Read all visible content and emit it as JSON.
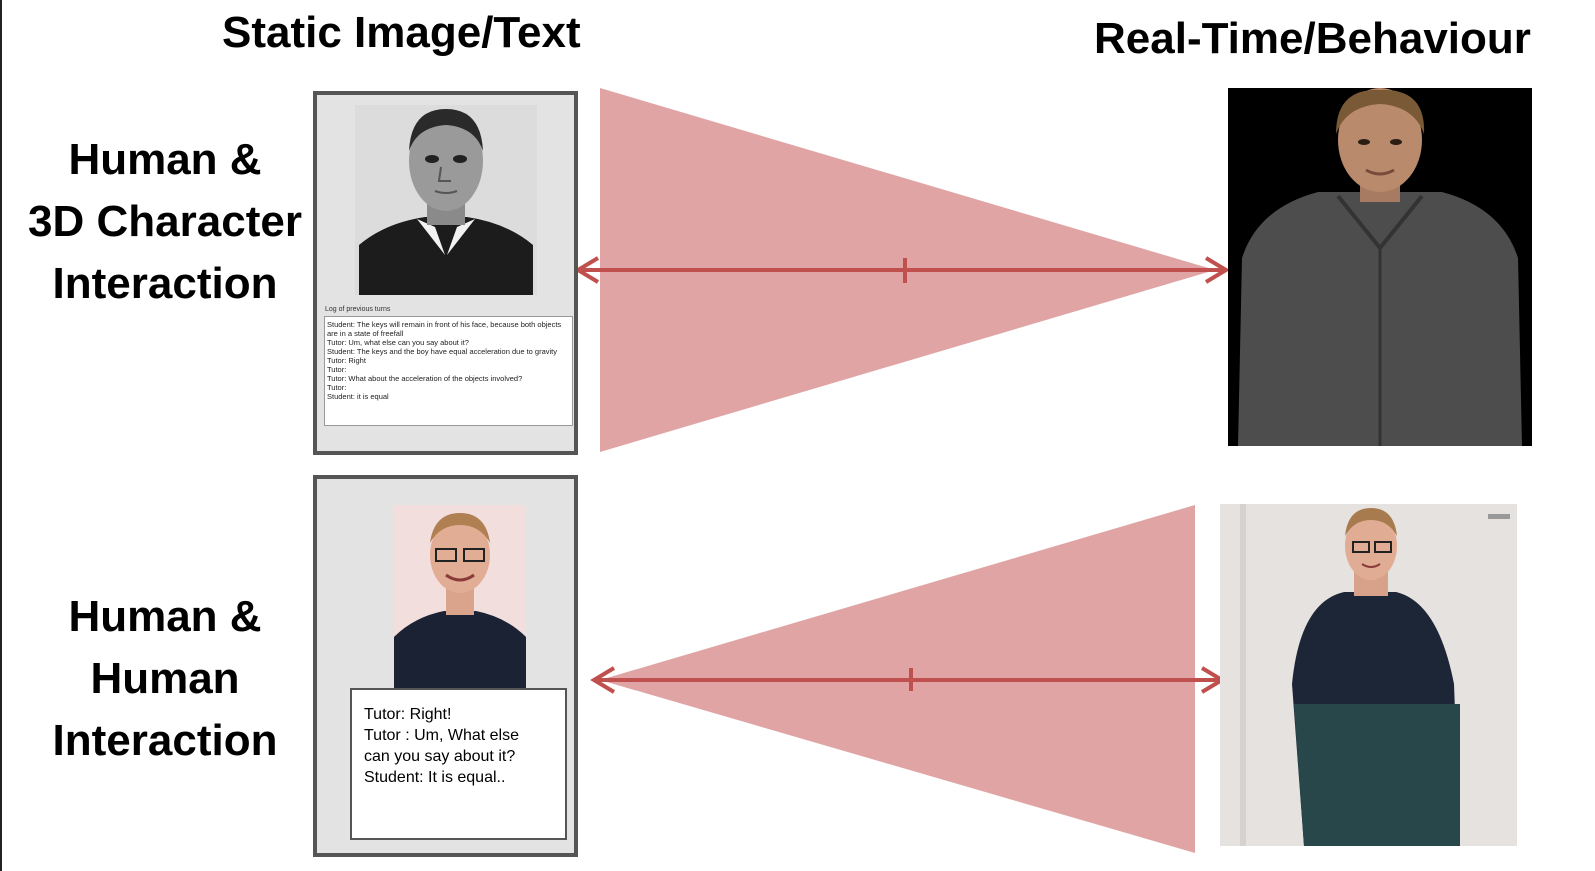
{
  "columns": {
    "left_title": "Static Image/Text",
    "right_title": "Real-Time/Behaviour"
  },
  "rows": [
    {
      "label_lines": [
        "Human &",
        "3D Character",
        "Interaction"
      ]
    },
    {
      "label_lines": [
        "Human &",
        "Human",
        "Interaction"
      ]
    }
  ],
  "panel_3d": {
    "log_label": "Log of previous turns",
    "log_lines": [
      "Student: The keys will remain in front of his face, because both objects",
      "are in a state of freefall",
      "",
      "Tutor: Um, what else can you say about it?",
      "Student: The keys and the boy have equal acceleration due to gravity",
      "",
      "Tutor: Right",
      "Tutor:",
      "Tutor: What about the acceleration of the objects involved?",
      "Tutor:",
      "Student: it is equal"
    ]
  },
  "panel_human": {
    "chat_lines": [
      "Tutor: Right!",
      "Tutor : Um,  What else",
      "can you say about it?",
      "Student: It is equal.."
    ]
  },
  "colors": {
    "wedge_fill": "#e0a4a4",
    "arrow": "#c0504d",
    "frame_border": "#555555"
  },
  "icons": {
    "arrow_heads": "double-headed-arrow-icon",
    "avatar_3d": "3d-character-avatar",
    "avatar_human": "human-photo"
  }
}
